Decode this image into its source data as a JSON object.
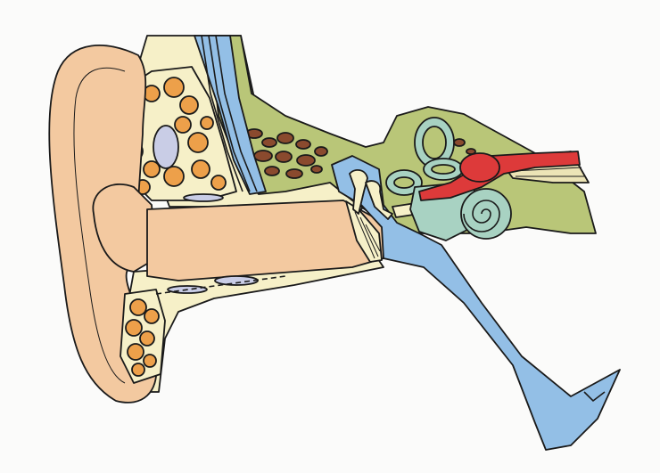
{
  "figure": {
    "kind": "ear-anatomy-cross-section",
    "labels_printed": false,
    "colors": {
      "background": "#fbfbfa",
      "outline": "#1a1a1a",
      "auricle_skin": "#f3c9a0",
      "soft_tissue": "#f6f0c8",
      "fat_lobules": "#eda04a",
      "temporal_bone": "#b9c678",
      "mastoid_cells": "#8a4a2e",
      "air_spaces": "#93bfe6",
      "blood_vessel": "#dd3a3a",
      "inner_ear": "#a8d2c2",
      "nerve": "#ece4b6",
      "cartilage_slits": "#c9cde6"
    },
    "structures": [
      "auricle",
      "ear-lobe",
      "external-auditory-canal",
      "temporal-bone",
      "mastoid-air-cells",
      "middle-ear-cavity",
      "ossicles",
      "tympanic-membrane",
      "semicircular-canals",
      "cochlea",
      "vestibulocochlear-nerve",
      "blood-vessel",
      "eustachian-tube"
    ]
  }
}
